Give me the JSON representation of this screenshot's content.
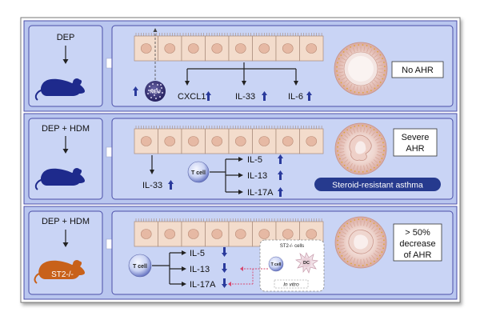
{
  "colors": {
    "panel_bg": "#b9c6ef",
    "box_bg": "#c9d4f5",
    "border": "#4a4ea8",
    "mouse_blue": "#1e2a8c",
    "mouse_orange": "#c8611a",
    "up_arrow": "#2a3a9c",
    "down_arrow": "#2a3a9c",
    "epithelial": "#f3dccc",
    "nucleus": "#e6b9a4",
    "ahr_pink": "#e8c6bf",
    "ahr_lumen": "#f1e3df",
    "asthma_banner": "#263a8e",
    "dashed_link": "#d6486f"
  },
  "rows": [
    {
      "id": "dep",
      "mouse_label": "DEP",
      "mouse_color": "blue",
      "cells": {
        "neu_label": "NEU",
        "neu_arrow": "up"
      },
      "cytokines": [
        {
          "label": "CXCL1",
          "arrow": "up"
        },
        {
          "label": "IL-33",
          "arrow": "up"
        },
        {
          "label": "IL-6",
          "arrow": "up"
        }
      ],
      "airway_state": "normal",
      "outcome": [
        "No AHR"
      ]
    },
    {
      "id": "dep-hdm",
      "mouse_label": "DEP + HDM",
      "mouse_color": "blue",
      "il33": {
        "label": "IL-33",
        "arrow": "up"
      },
      "tcell_label": "T cell",
      "cytokines": [
        {
          "label": "IL-5",
          "arrow": "up"
        },
        {
          "label": "IL-13",
          "arrow": "up"
        },
        {
          "label": "IL-17A",
          "arrow": "up"
        }
      ],
      "airway_state": "severe",
      "outcome": [
        "Severe",
        "AHR"
      ],
      "banner": "Steroid-resistant asthma"
    },
    {
      "id": "dep-hdm-st2",
      "mouse_label_top": "DEP + HDM",
      "mouse_body_label": "ST2-/-",
      "mouse_color": "orange",
      "tcell_label": "T cell",
      "cytokines": [
        {
          "label": "IL-5",
          "arrow": "down"
        },
        {
          "label": "IL-13",
          "arrow": "down"
        },
        {
          "label": "IL-17A",
          "arrow": "down"
        }
      ],
      "inset": {
        "title": "ST2-/- cells",
        "tcell_label": "T cell",
        "dc_label": "DC",
        "caption": "In vitro"
      },
      "airway_state": "partial",
      "outcome": [
        "> 50%",
        "decrease",
        "of AHR"
      ]
    }
  ]
}
